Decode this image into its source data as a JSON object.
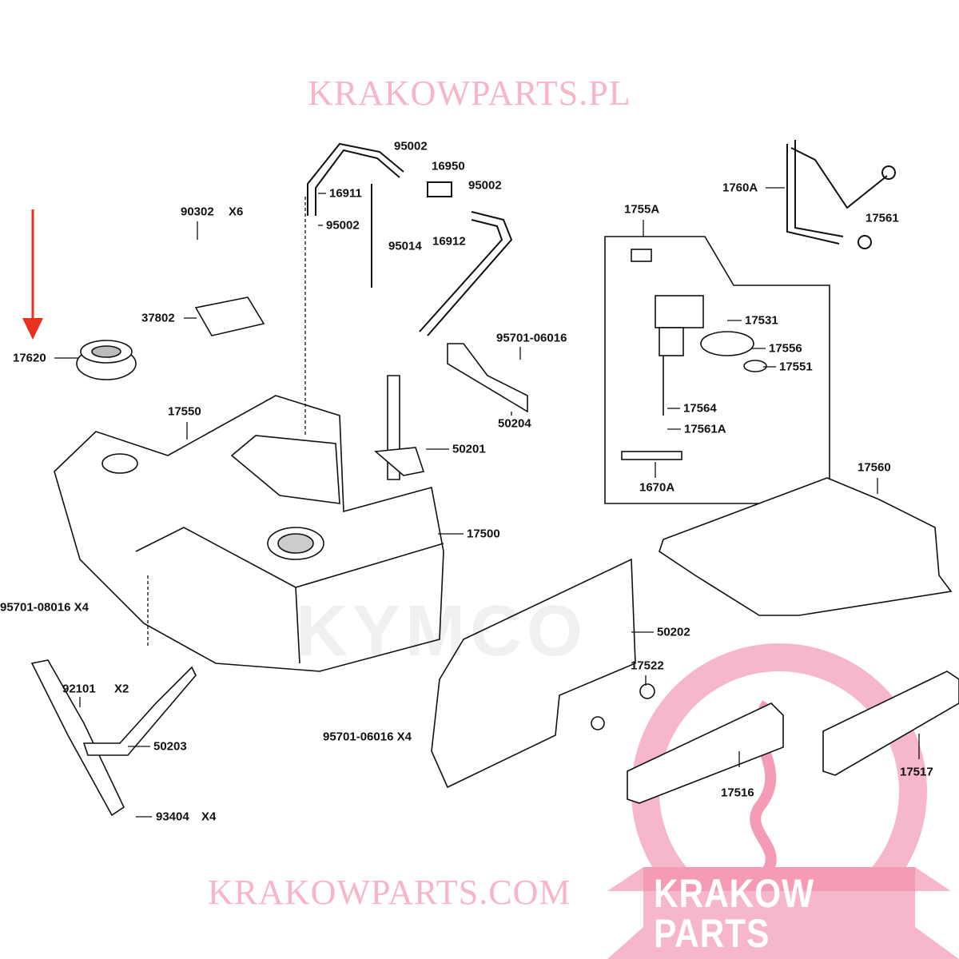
{
  "diagram": {
    "labels": {
      "p95002a": "95002",
      "p16950": "16950",
      "p95002b": "95002",
      "p16911": "16911",
      "p95002c": "95002",
      "p95014": "95014",
      "p16912": "16912",
      "p1760A": "1760A",
      "p17561": "17561",
      "p1755A": "1755A",
      "p90302": "90302",
      "p90302q": "X6",
      "p37802": "37802",
      "p17620": "17620",
      "p17531": "17531",
      "p17556": "17556",
      "p17551": "17551",
      "p95701_06016": "95701-06016",
      "p17564": "17564",
      "p17561A": "17561A",
      "p1670A": "1670A",
      "p50204": "50204",
      "p17550": "17550",
      "p50201": "50201",
      "p17560": "17560",
      "p17500": "17500",
      "p95701_08016": "95701-08016 X4",
      "p50202": "50202",
      "p17522": "17522",
      "p92101": "92101",
      "p92101q": "X2",
      "p50203": "50203",
      "p95701_06016x4": "95701-06016 X4",
      "p17516": "17516",
      "p17517": "17517",
      "p93404": "93404",
      "p93404q": "X4"
    },
    "watermarks": {
      "top": "KRAKOWPARTS.PL",
      "middle": "KRAKOWPARTS.COM",
      "brand": "KYMCO",
      "logo": "KRAKOW PARTS"
    },
    "highlight_color": "#e8321e",
    "watermark_color": "#f4a6be"
  }
}
